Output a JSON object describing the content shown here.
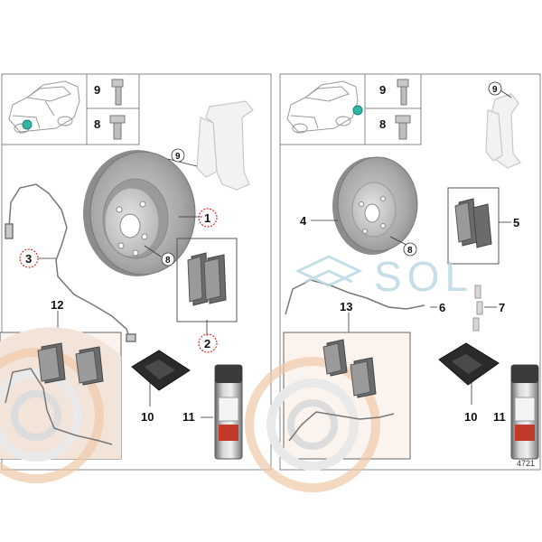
{
  "left_panel": {
    "labels": {
      "p1": "1",
      "p2": "2",
      "p3": "3",
      "p8": "8",
      "p9": "9",
      "p10": "10",
      "p11": "11",
      "p12": "12",
      "header_9": "9",
      "header_8": "8"
    },
    "circled_parts": [
      "1",
      "2",
      "3"
    ]
  },
  "right_panel": {
    "labels": {
      "p4": "4",
      "p5": "5",
      "p6": "6",
      "p7": "7",
      "p8": "8",
      "p9": "9",
      "p10": "10",
      "p11": "11",
      "p13": "13",
      "header_9": "9",
      "header_8": "8"
    },
    "diagram_id": "4721"
  },
  "watermark": {
    "text": "SOL",
    "color": "#bcd9e3"
  },
  "colors": {
    "highlight_circle": "#e0302a",
    "location_dot": "#2fb7a8",
    "border": "#888888"
  }
}
